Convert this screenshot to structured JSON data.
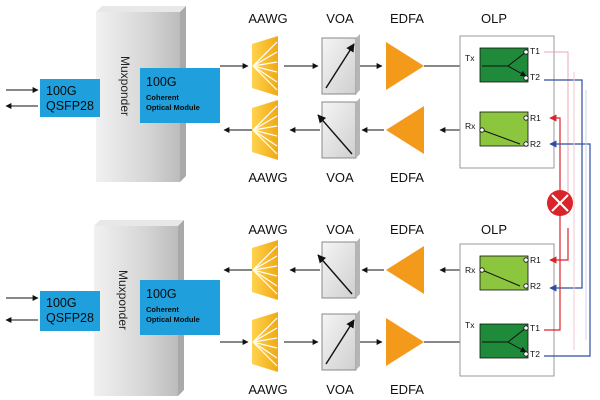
{
  "colors": {
    "module_blue": "#1fa0dc",
    "awg_yellow": "#f3b21a",
    "edfa_orange": "#f49a1a",
    "switch_dark_green": "#1f8a3a",
    "switch_light_green": "#8cc63f",
    "fiber_red": "#d9242b",
    "fiber_blue": "#2f4ea0",
    "fiber_pink": "#e8a9b5",
    "fiber_lightblue": "#b8c6e0"
  },
  "icons": {
    "edfa": "triangle-amplifier-icon",
    "voa": "variable-attenuator-icon",
    "aawg": "fan-demux-icon",
    "fault": "fiber-break-x-icon",
    "olp_switch": "optical-switch-icon"
  },
  "top": {
    "muxponder": "Muxponder",
    "qsfp": {
      "line1": "100G",
      "line2": "QSFP28"
    },
    "coherent": {
      "line1": "100G",
      "line2": "Coherent",
      "line3": "Optical Module"
    },
    "aawg_top_label": "AAWG",
    "voa_top_label": "VOA",
    "edfa_top_label": "EDFA",
    "olp_label": "OLP",
    "aawg_bottom_label": "AAWG",
    "voa_bottom_label": "VOA",
    "edfa_bottom_label": "EDFA",
    "ports": {
      "tx": "Tx",
      "rx": "Rx",
      "t1": "T1",
      "t2": "T2",
      "r1": "R1",
      "r2": "R2"
    }
  },
  "bottom": {
    "muxponder": "Muxponder",
    "qsfp": {
      "line1": "100G",
      "line2": "QSFP28"
    },
    "coherent": {
      "line1": "100G",
      "line2": "Coherent",
      "line3": "Optical Module"
    },
    "aawg_top_label": "AAWG",
    "voa_top_label": "VOA",
    "edfa_top_label": "EDFA",
    "olp_label": "OLP",
    "aawg_bottom_label": "AAWG",
    "voa_bottom_label": "VOA",
    "edfa_bottom_label": "EDFA",
    "ports": {
      "tx": "Tx",
      "rx": "Rx",
      "t1": "T1",
      "t2": "T2",
      "r1": "R1",
      "r2": "R2"
    }
  }
}
